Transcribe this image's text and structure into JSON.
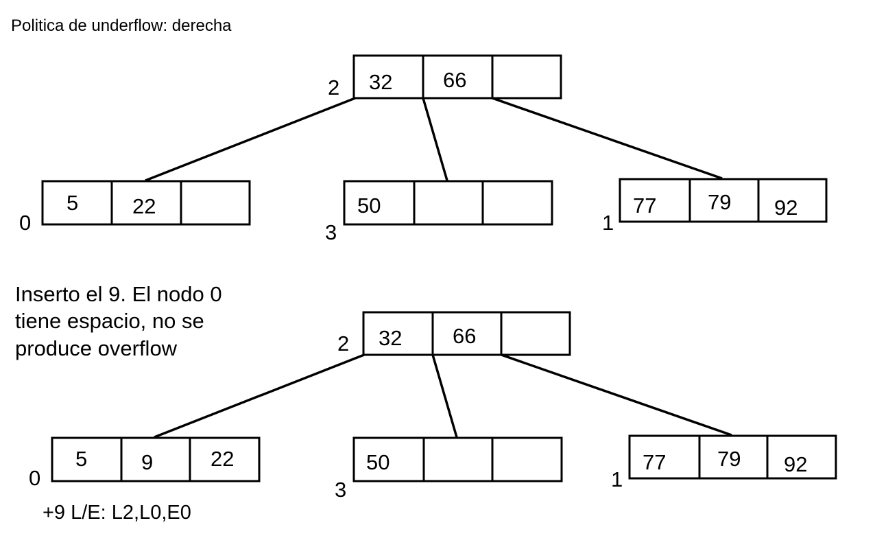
{
  "title": "Politica de underflow: derecha",
  "trees": [
    {
      "root": {
        "id": "2",
        "keys": [
          "32",
          "66",
          ""
        ]
      },
      "children": [
        {
          "id": "0",
          "keys": [
            "5",
            "22",
            ""
          ]
        },
        {
          "id": "3",
          "keys": [
            "50",
            "",
            ""
          ]
        },
        {
          "id": "1",
          "keys": [
            "77",
            "79",
            "92"
          ]
        }
      ]
    },
    {
      "root": {
        "id": "2",
        "keys": [
          "32",
          "66",
          ""
        ]
      },
      "children": [
        {
          "id": "0",
          "keys": [
            "5",
            "9",
            "22"
          ]
        },
        {
          "id": "3",
          "keys": [
            "50",
            "",
            ""
          ]
        },
        {
          "id": "1",
          "keys": [
            "77",
            "79",
            "92"
          ]
        }
      ]
    }
  ],
  "step_note": {
    "lines": [
      "Inserto el 9. El nodo 0",
      "tiene espacio, no se",
      "produce overflow"
    ]
  },
  "operation_log": "+9 L/E: L2,L0,E0"
}
